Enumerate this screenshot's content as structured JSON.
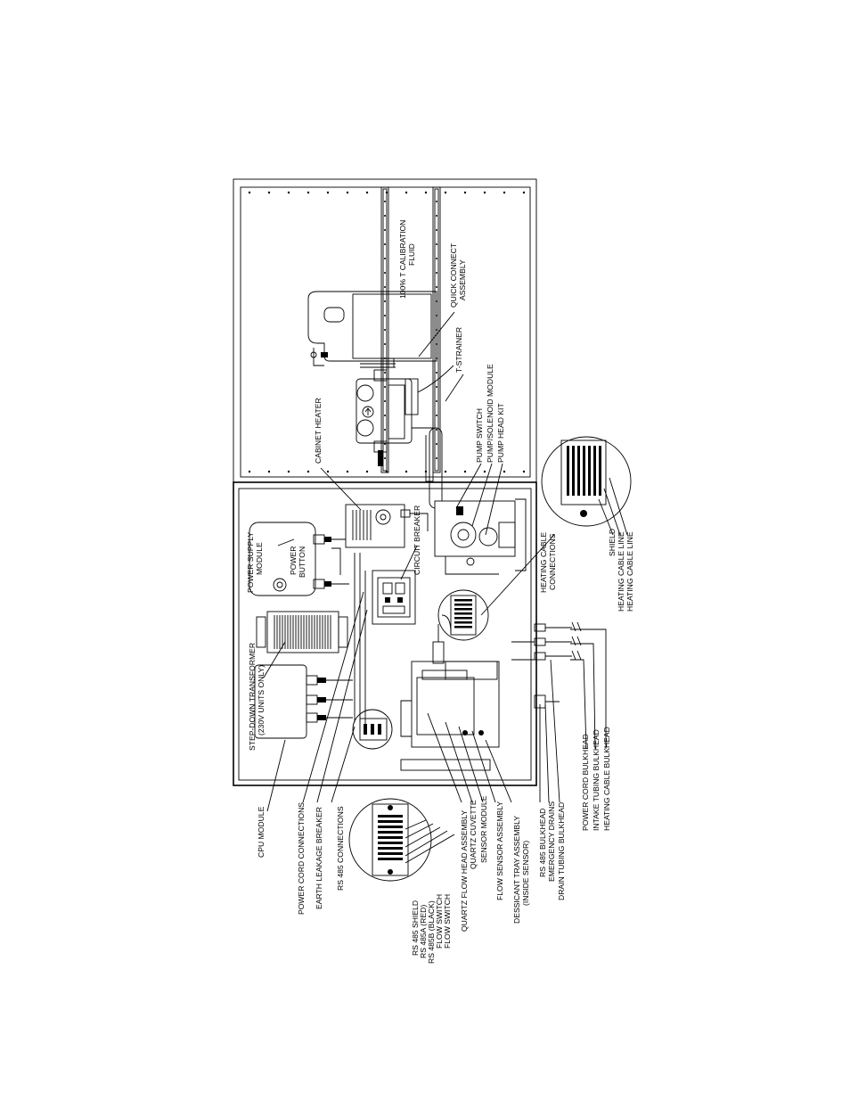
{
  "labels": {
    "calibration_fluid": [
      "100% T CALIBRATION",
      "FLUID"
    ],
    "quick_connect": [
      "QUICK CONNECT",
      "ASSEMBLY"
    ],
    "t_strainer": "T-STRAINER",
    "cabinet_heater": "CABINET HEATER",
    "pump_switch": "PUMP SWITCH",
    "pump_solenoid": "PUMP/SOLENOID MODULE",
    "pump_head_kit": "PUMP HEAD KIT",
    "power_supply": [
      "POWER SUPPLY",
      "MODULE"
    ],
    "power_button": [
      "POWER",
      "BUTTON"
    ],
    "circuit_breaker": "CIRCUIT BREAKER",
    "step_down": [
      "STEP-DOWN TRANSFORMER",
      "(230V UNITS ONLY)"
    ],
    "heating_cable_connections": [
      "HEATING CABLE",
      "CONNECTIONS"
    ],
    "shield": "SHIELD",
    "heating_cable_line_1": "HEATING CABLE LINE",
    "heating_cable_line_2": "HEATING CABLE LINE",
    "power_cord_bulkhead": "POWER CORD BULKHEAD",
    "intake_tubing_bulkhead": "INTAKE TUBING BULKHEAD",
    "heating_cable_bulkhead": "HEATING CABLE BULKHEAD",
    "cpu_module": "CPU MODULE",
    "power_cord_connections": "POWER CORD CONNECTIONS",
    "earth_leakage_breaker": "EARTH LEAKAGE BREAKER",
    "rs485_connections": "RS 485 CONNECTIONS",
    "rs485_shield": "RS 485 SHIELD",
    "rs485a": "RS 485A (RED)",
    "rs485b": "RS 485B (BLACK)",
    "flow_switch_1": "FLOW SWITCH",
    "flow_switch_2": "FLOW SWITCH",
    "quartz_flow_head": "QUARTZ FLOW HEAD ASSEMBLY",
    "quartz_cuvette": "QUARTZ CUVETTE",
    "sensor_module": "SENSOR MODULE",
    "flow_sensor_assembly": "FLOW SENSOR ASSEMBLY",
    "dessicant_tray": [
      "DESSICANT TRAY ASSEMBLY",
      "(INSIDE SENSOR)"
    ],
    "rs485_bulkhead": "RS 485 BULKHEAD",
    "emergency_drains": "EMERGENCY DRAINS",
    "drain_tubing_bulkhead": "DRAIN TUBING BULKHEAD"
  },
  "colors": {
    "line": "#000000",
    "background": "#ffffff",
    "shade": "#cfcfcf"
  }
}
